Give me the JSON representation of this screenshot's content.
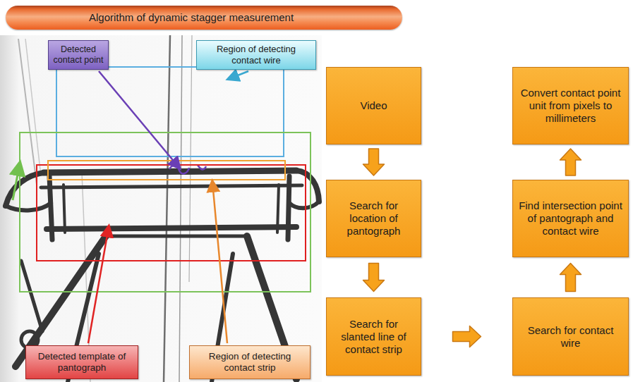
{
  "diagram": {
    "title": "Algorithm of dynamic stagger measurement",
    "nodes": [
      {
        "text": [
          "Detected contact point"
        ]
      },
      {
        "text": [
          "Region of detecting contact wire"
        ]
      },
      {
        "text": [
          "Detected template of pantograph"
        ]
      },
      {
        "text": [
          "Region of detecting contact strip"
        ]
      },
      {
        "text": [
          "Video"
        ]
      },
      {
        "text": [
          "Search for location of pantograph"
        ]
      },
      {
        "text": [
          "Search for slanted line of contact strip"
        ]
      },
      {
        "text": [
          "Search for contact wire"
        ]
      },
      {
        "text": [
          "Find intersection point of pantograph and contact wire"
        ]
      },
      {
        "text": [
          "Convert contact point unit from pixels to millimeters"
        ]
      }
    ],
    "edges": [
      {
        "from": 4,
        "to": 5,
        "arrow": "to"
      },
      {
        "from": 5,
        "to": 6,
        "arrow": "to"
      },
      {
        "from": 6,
        "to": 7,
        "arrow": "to"
      },
      {
        "from": 7,
        "to": 8,
        "arrow": "to"
      },
      {
        "from": 8,
        "to": 9,
        "arrow": "to"
      }
    ]
  }
}
